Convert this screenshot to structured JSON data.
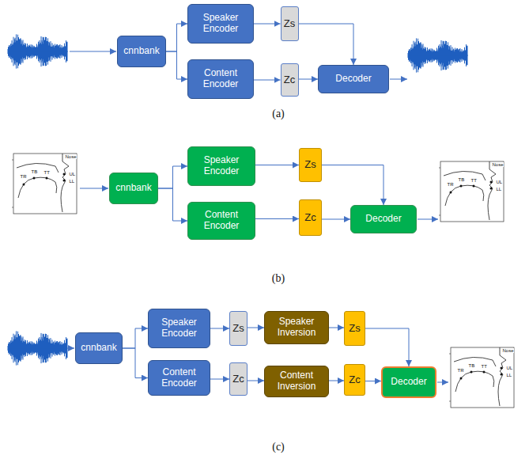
{
  "diagram": {
    "nodes": [
      {
        "text": [
          "cnnbank"
        ]
      },
      {
        "text": [
          "Speaker Encoder"
        ]
      },
      {
        "text": [
          "Zs"
        ]
      },
      {
        "text": [
          "Content Encoder"
        ]
      },
      {
        "text": [
          "Zc"
        ]
      },
      {
        "text": [
          "Decoder"
        ]
      },
      {
        "text": [
          "cnnbank"
        ]
      },
      {
        "text": [
          "Speaker Encoder"
        ]
      },
      {
        "text": [
          "Zs"
        ]
      },
      {
        "text": [
          "Content Encoder"
        ]
      },
      {
        "text": [
          "Zc"
        ]
      },
      {
        "text": [
          "Decoder"
        ]
      },
      {
        "text": [
          "cnnbank"
        ]
      },
      {
        "text": [
          "Speaker Encoder"
        ]
      },
      {
        "text": [
          "Zs"
        ]
      },
      {
        "text": [
          "Speaker Inversion"
        ]
      },
      {
        "text": [
          "Zs"
        ]
      },
      {
        "text": [
          "Content Encoder"
        ]
      },
      {
        "text": [
          "Zc"
        ]
      },
      {
        "text": [
          "Content Inversion"
        ]
      },
      {
        "text": [
          "Zc"
        ]
      },
      {
        "text": [
          "Decoder"
        ]
      }
    ],
    "edges": [
      {
        "from": 0,
        "to": 1,
        "arrow": "to"
      },
      {
        "from": 0,
        "to": 3,
        "arrow": "to"
      },
      {
        "from": 1,
        "to": 2,
        "arrow": "to"
      },
      {
        "from": 2,
        "to": 5,
        "arrow": "to"
      },
      {
        "from": 3,
        "to": 4,
        "arrow": "to"
      },
      {
        "from": 4,
        "to": 5,
        "arrow": "to"
      },
      {
        "from": 6,
        "to": 7,
        "arrow": "to"
      },
      {
        "from": 6,
        "to": 9,
        "arrow": "to"
      },
      {
        "from": 7,
        "to": 8,
        "arrow": "to"
      },
      {
        "from": 8,
        "to": 11,
        "arrow": "to"
      },
      {
        "from": 9,
        "to": 10,
        "arrow": "to"
      },
      {
        "from": 10,
        "to": 11,
        "arrow": "to"
      },
      {
        "from": 12,
        "to": 13,
        "arrow": "to"
      },
      {
        "from": 12,
        "to": 17,
        "arrow": "to"
      },
      {
        "from": 13,
        "to": 14,
        "arrow": "to"
      },
      {
        "from": 14,
        "to": 15,
        "arrow": "to"
      },
      {
        "from": 15,
        "to": 16,
        "arrow": "to"
      },
      {
        "from": 16,
        "to": 21,
        "arrow": "to"
      },
      {
        "from": 17,
        "to": 18,
        "arrow": "to"
      },
      {
        "from": 18,
        "to": 19,
        "arrow": "to"
      },
      {
        "from": 19,
        "to": 20,
        "arrow": "to"
      },
      {
        "from": 20,
        "to": 21,
        "arrow": "to"
      }
    ],
    "labels": [
      "(a)",
      "Nose",
      "TR",
      "TB",
      "TT",
      "UL",
      "LL",
      "Nose",
      "TR",
      "TB",
      "TT",
      "UL",
      "LL",
      "(b)",
      "Nose",
      "TR",
      "TB",
      "TT",
      "UL",
      "LL",
      "(c)"
    ]
  }
}
